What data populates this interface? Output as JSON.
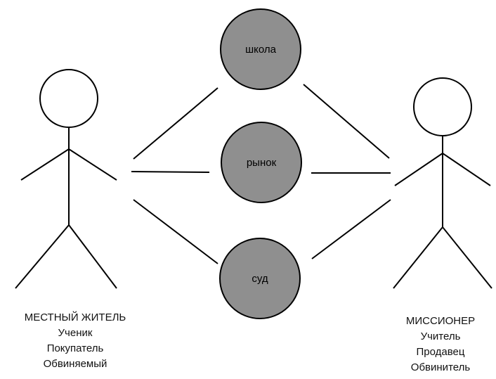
{
  "actors": {
    "left": {
      "title": "МЕСТНЫЙ ЖИТЕЛЬ",
      "roles": [
        "Ученик",
        "Покупатель",
        "Обвиняемый"
      ]
    },
    "right": {
      "title": "МИССИОНЕР",
      "roles": [
        "Учитель",
        "Продавец",
        "Обвинитель"
      ]
    }
  },
  "places": [
    "школа",
    "рынок",
    "суд"
  ],
  "colors": {
    "node_fill": "#8f8f8f",
    "stroke": "#000000",
    "background": "#ffffff"
  }
}
